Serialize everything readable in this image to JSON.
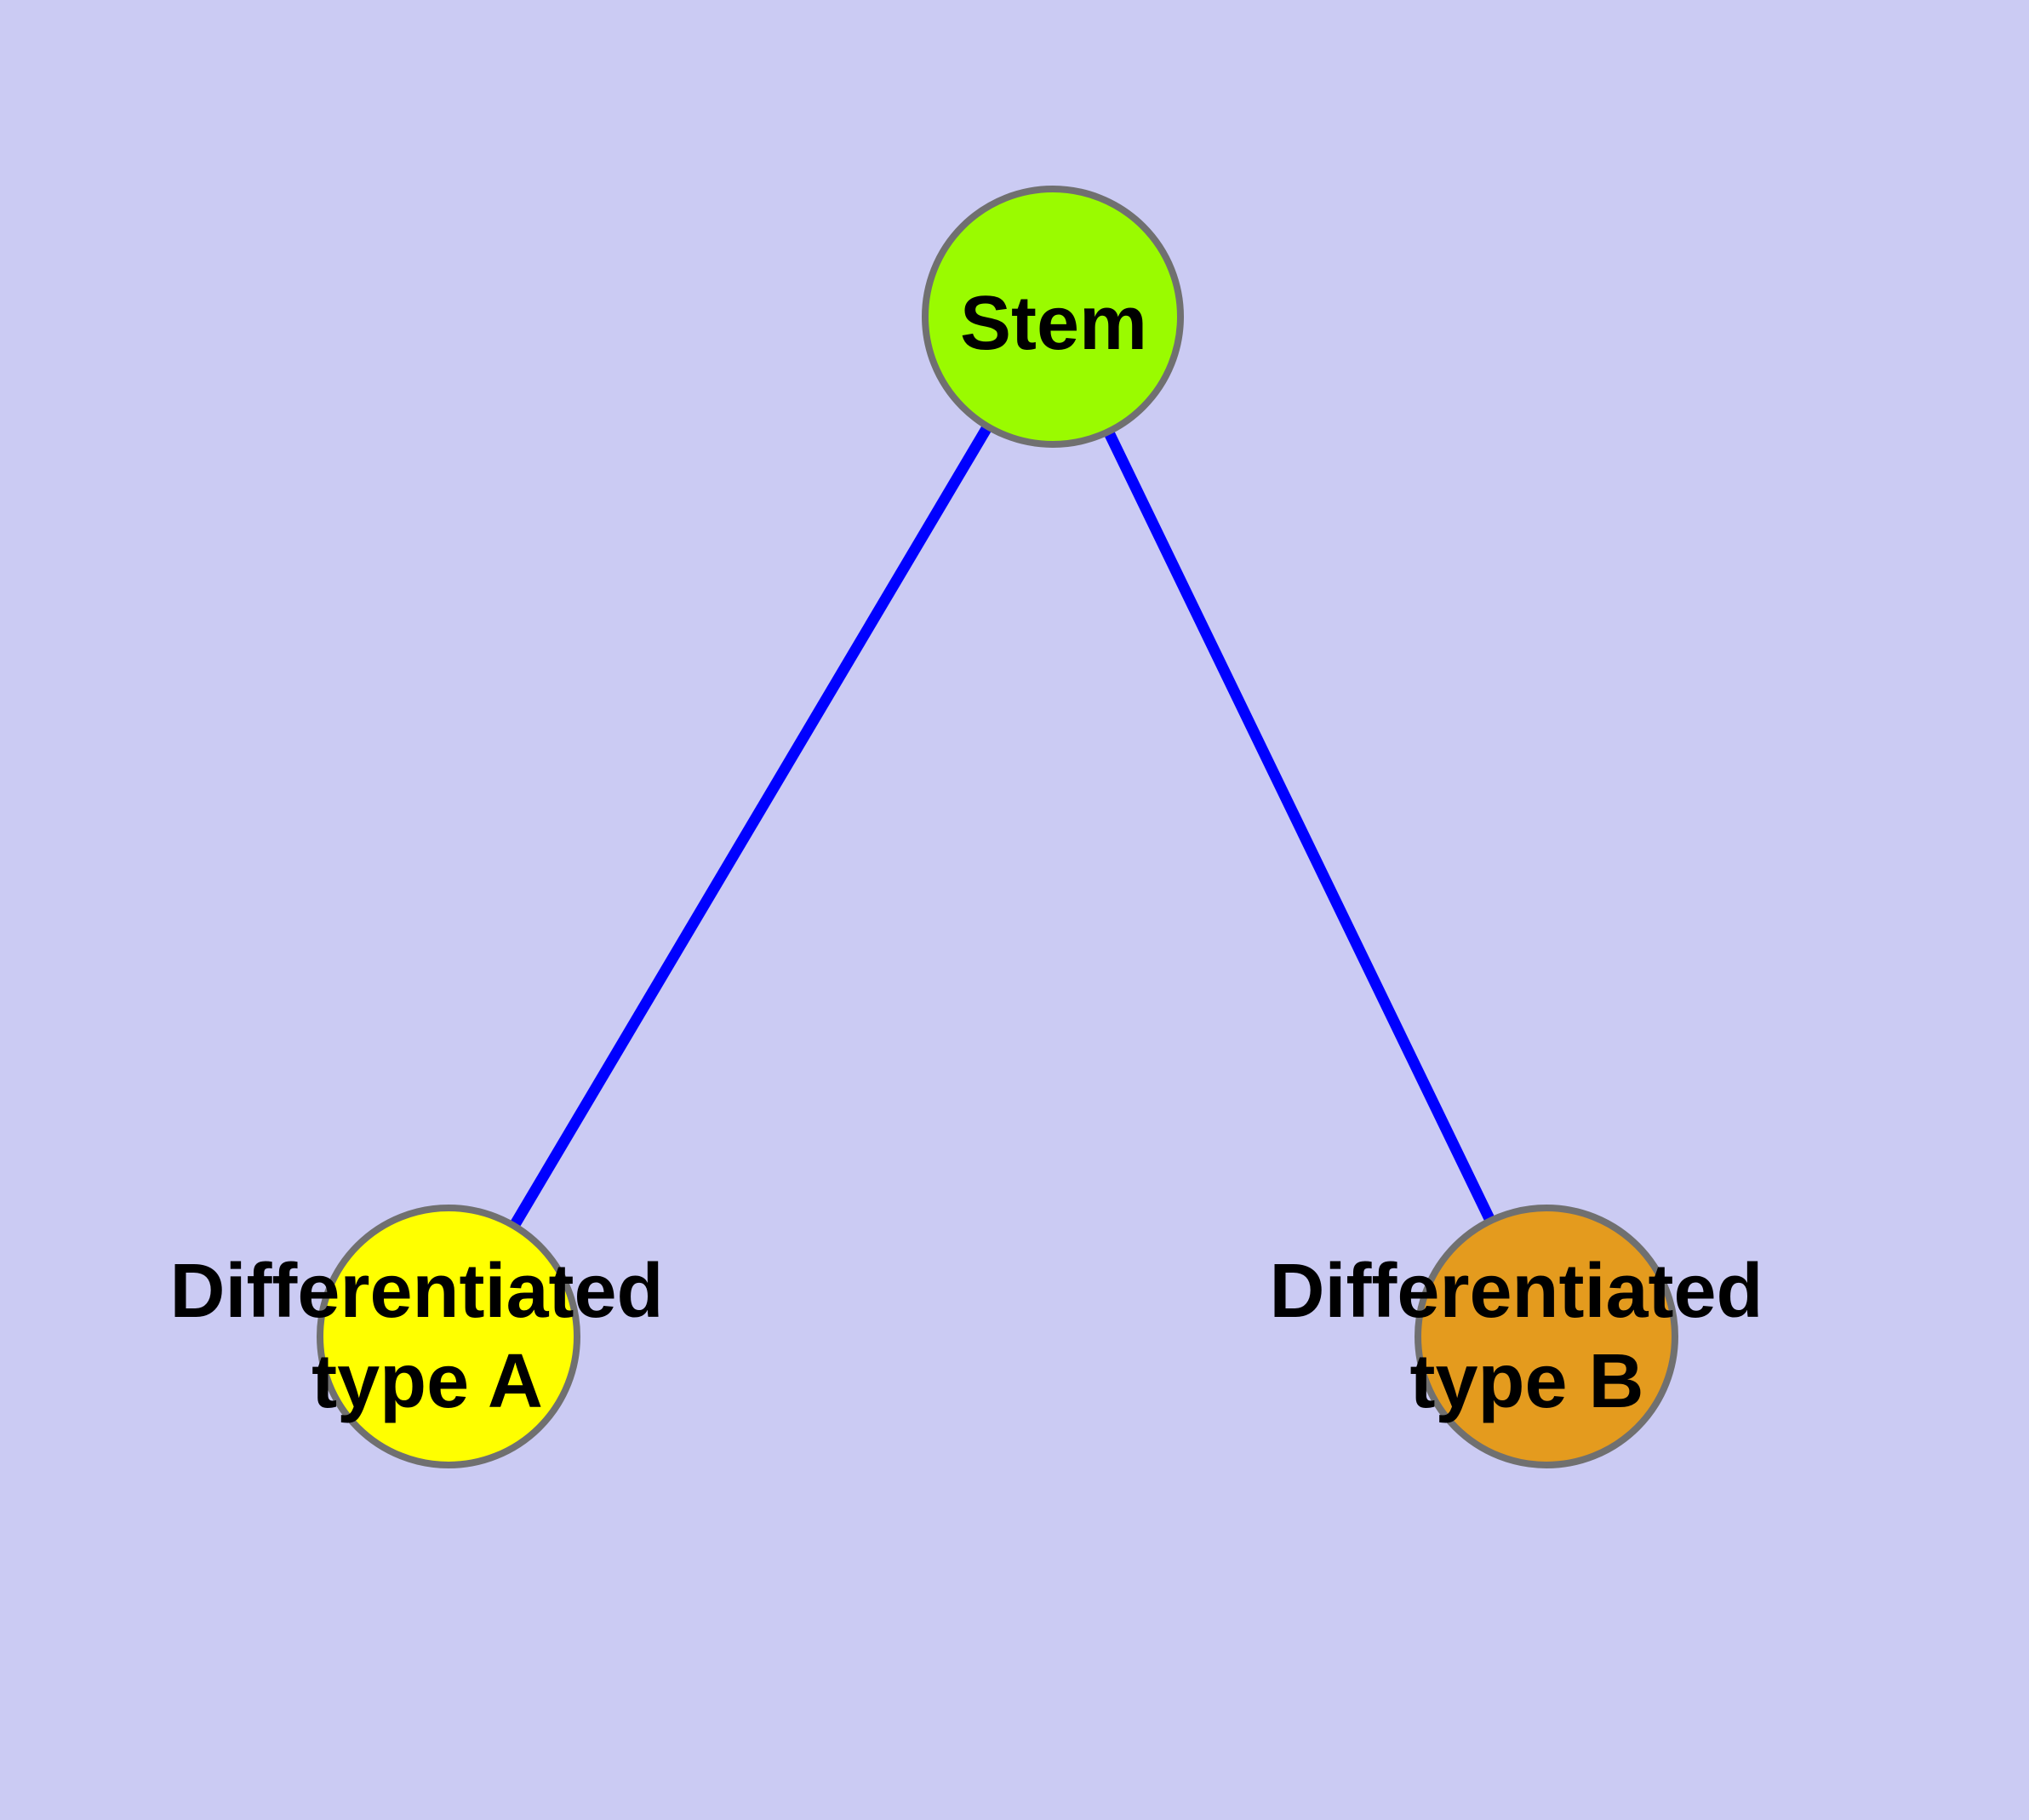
{
  "diagram": {
    "colors": {
      "background": "#CBCBF3",
      "edge": "#0000FF",
      "node_border": "#707070",
      "label_text": "#000000",
      "stem_fill": "#9AFB00",
      "type_a_fill": "#FFFF00",
      "type_b_fill": "#E49B1E"
    },
    "nodes": [
      {
        "id": "stem",
        "label": "Stem",
        "fill": "#9AFB00"
      },
      {
        "id": "differentiated-type-a",
        "label_line1": "Differentiated",
        "label_line2": "type A",
        "fill": "#FFFF00"
      },
      {
        "id": "differentiated-type-b",
        "label_line1": "Differentiated",
        "label_line2": "type B",
        "fill": "#E49B1E"
      }
    ],
    "edges": [
      {
        "from": "Stem",
        "to": "Differentiated type A"
      },
      {
        "from": "Stem",
        "to": "Differentiated type B"
      }
    ]
  }
}
